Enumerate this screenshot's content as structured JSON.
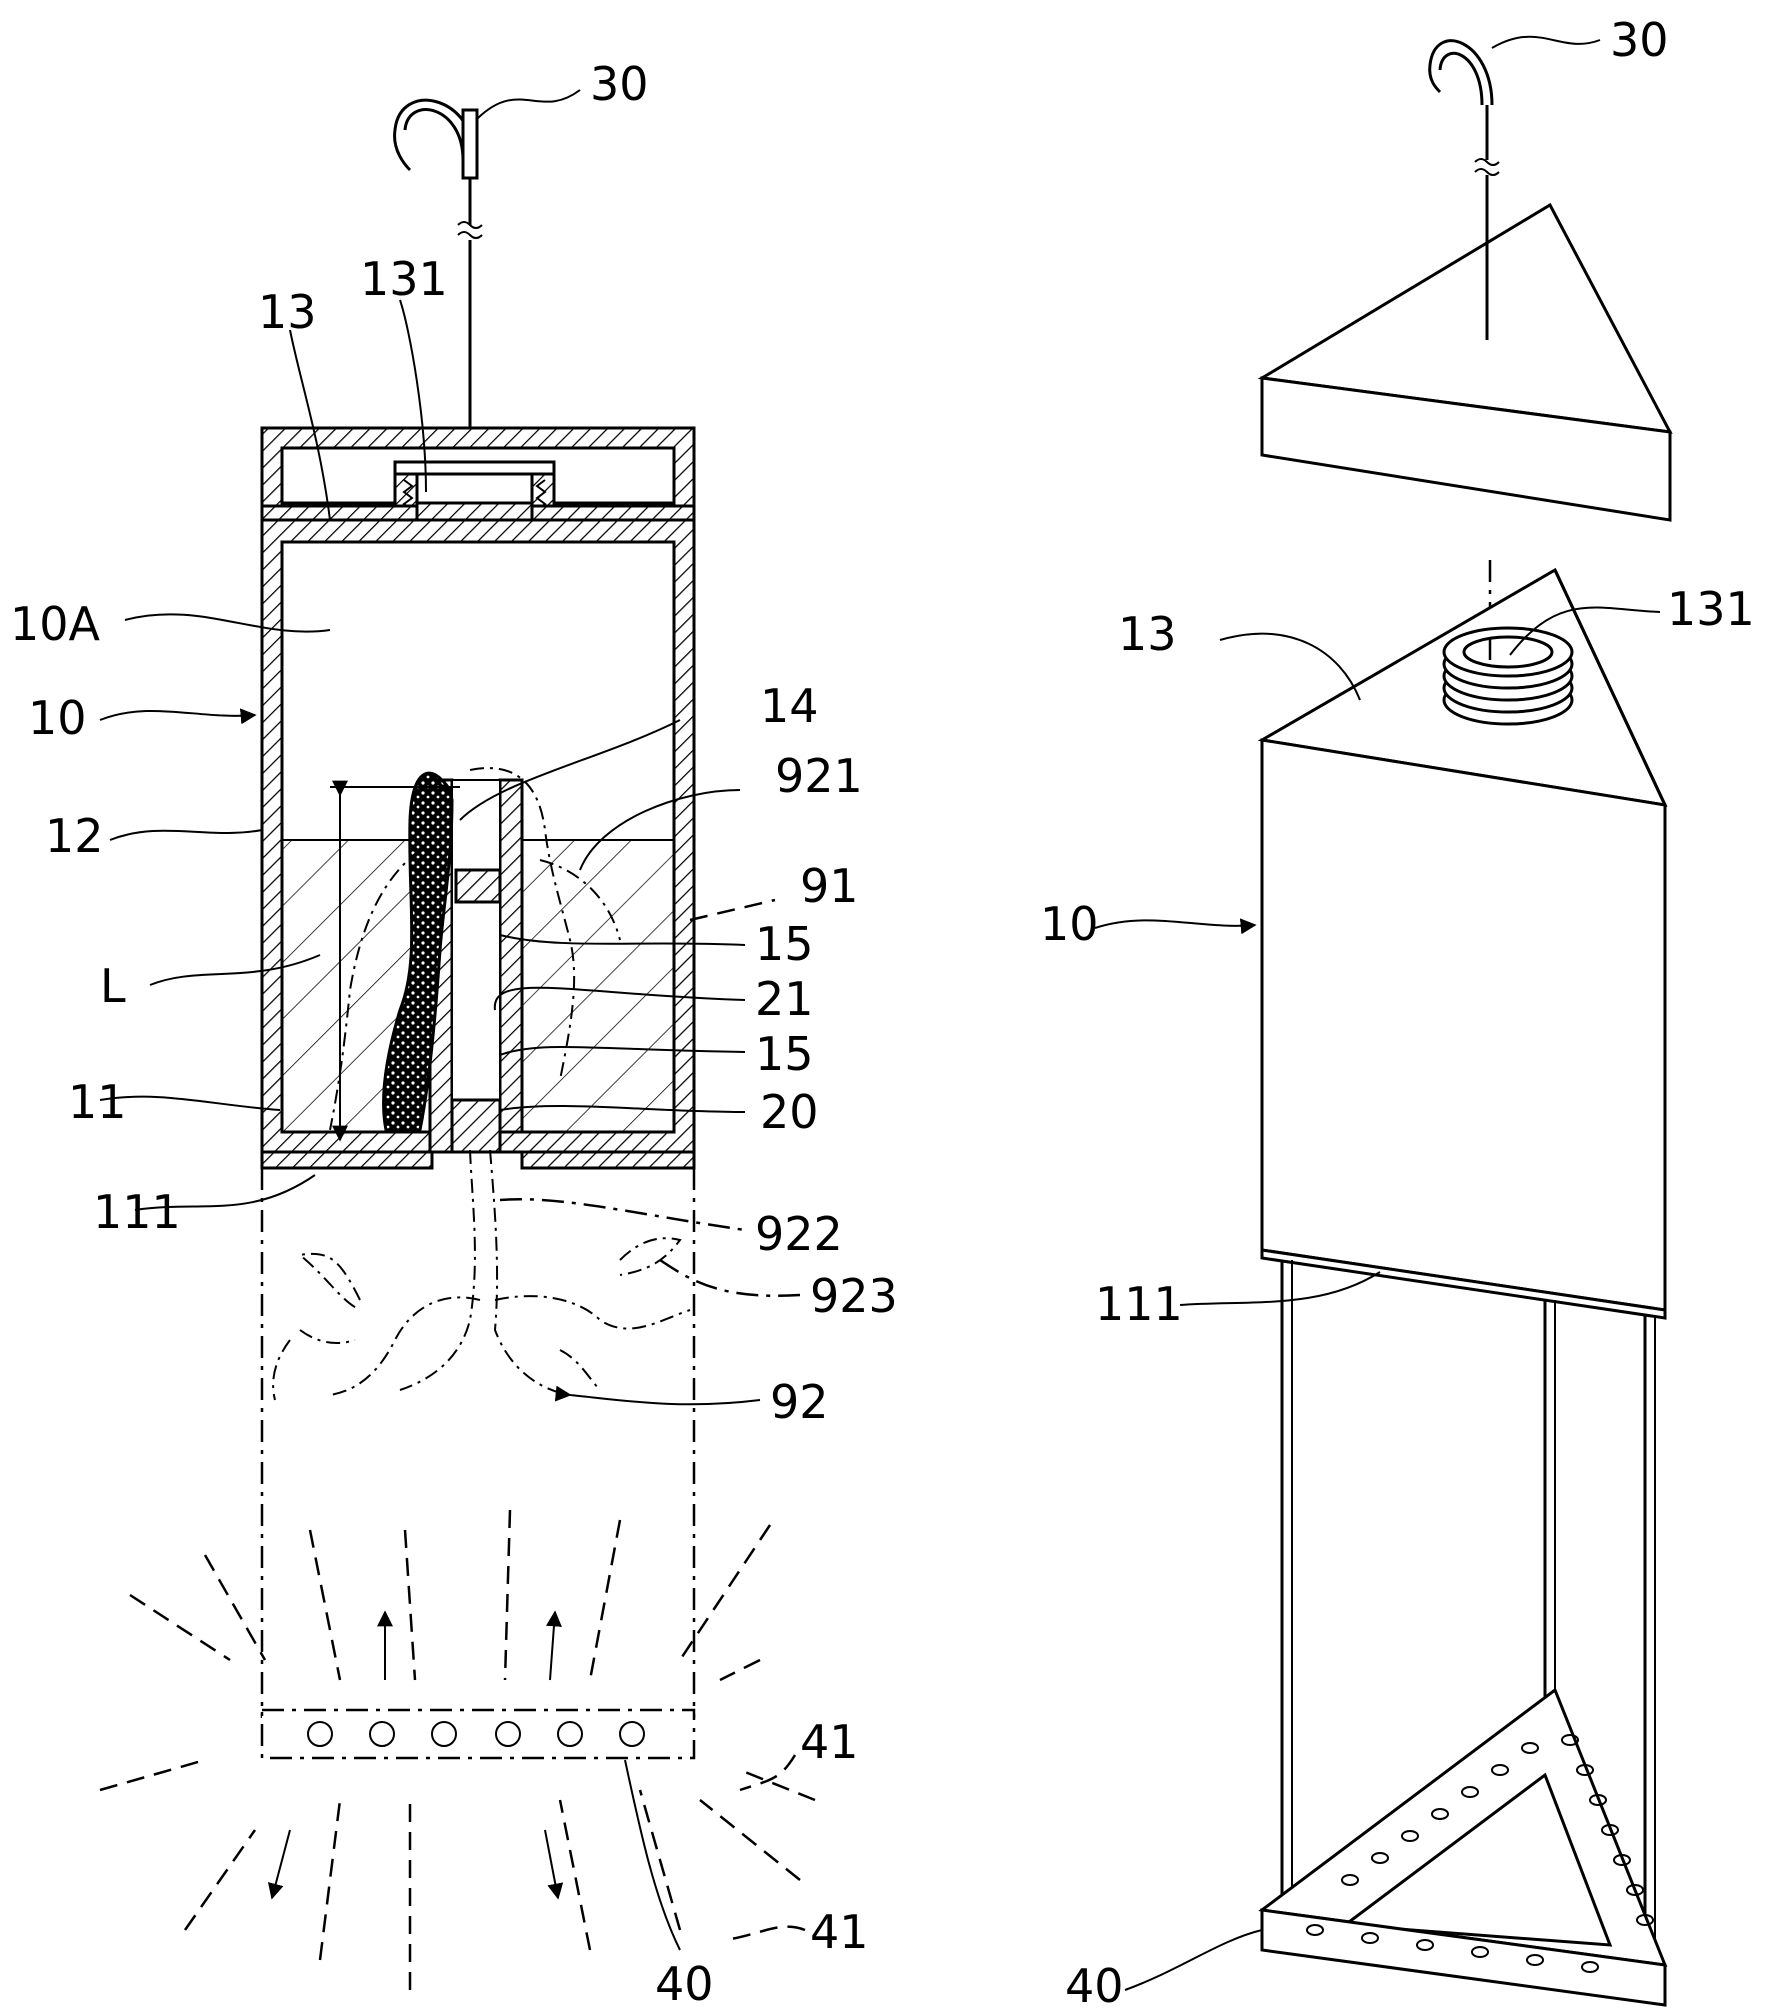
{
  "labels": {
    "left": {
      "hook": "30",
      "cap_thread": "131",
      "cap": "13",
      "chamber": "10A",
      "body": "10",
      "top_14": "14",
      "plant_921": "921",
      "side_wall": "12",
      "liquid": "91",
      "length": "L",
      "seal_upper": "15",
      "passage": "21",
      "seal_lower": "15",
      "bottom": "11",
      "tube": "20",
      "bottom_plate": "111",
      "root_922": "922",
      "leaf_923": "923",
      "plant": "92",
      "light_a": "41",
      "light_b": "41",
      "light_source": "40"
    },
    "right": {
      "hook": "30",
      "cap": "13",
      "cap_thread": "131",
      "body": "10",
      "bottom_plate": "111",
      "light_source": "40"
    }
  }
}
